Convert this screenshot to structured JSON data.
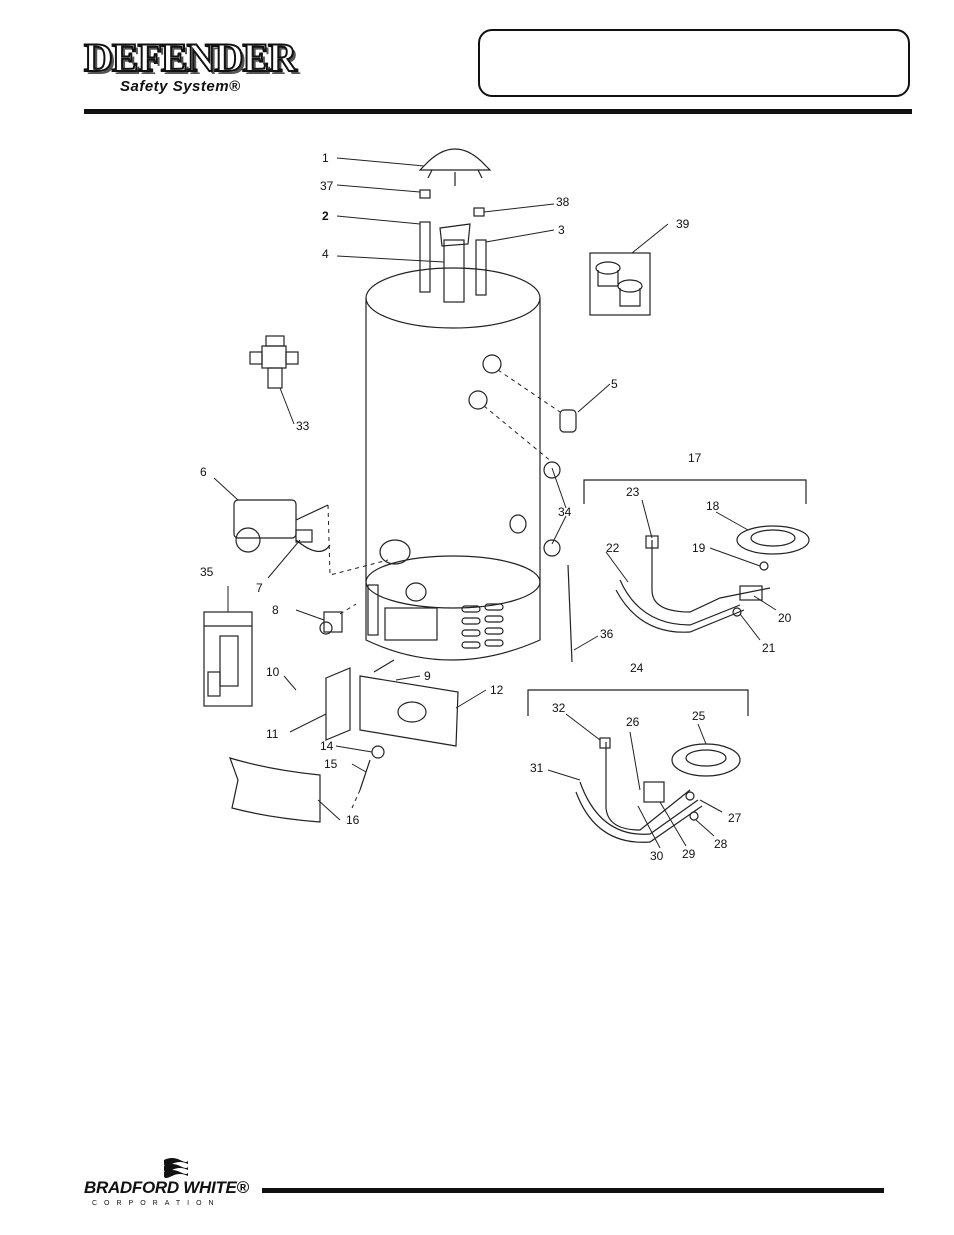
{
  "header": {
    "logo_word": "DEFENDER",
    "logo_sub": "Safety System®"
  },
  "footer": {
    "company_word": "BRADFORD WHITE®",
    "company_corp": "CORPORATION"
  },
  "parts_diagram": {
    "callouts": [
      "1",
      "2",
      "3",
      "4",
      "5",
      "6",
      "7",
      "8",
      "9",
      "10",
      "11",
      "12",
      "14",
      "15",
      "16",
      "17",
      "18",
      "19",
      "20",
      "21",
      "22",
      "23",
      "24",
      "25",
      "26",
      "27",
      "28",
      "29",
      "30",
      "31",
      "32",
      "33",
      "34",
      "35",
      "36",
      "37",
      "38",
      "39"
    ]
  }
}
